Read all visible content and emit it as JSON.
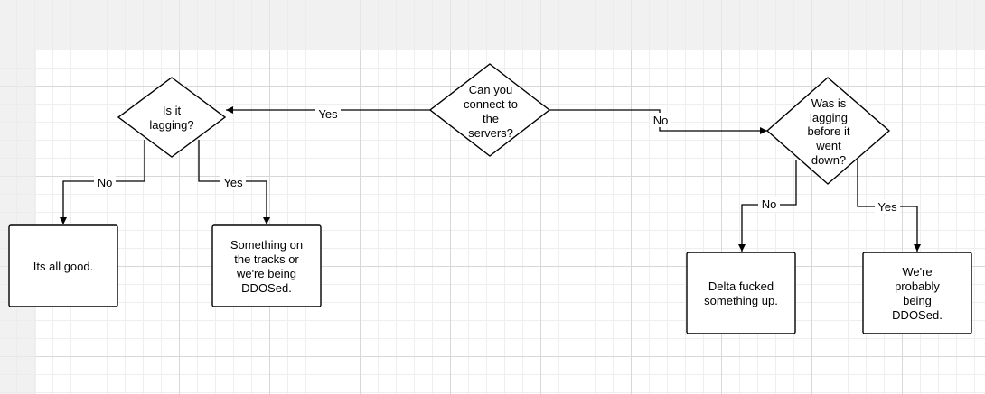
{
  "nodes": {
    "connect": {
      "lines": [
        "Can you",
        "connect to",
        "the",
        "servers?"
      ]
    },
    "lagging": {
      "lines": [
        "Is it",
        "lagging?"
      ]
    },
    "lagging_before": {
      "lines": [
        "Was is",
        "lagging",
        "before it",
        "went",
        "down?"
      ]
    },
    "all_good": {
      "lines": [
        "Its all good."
      ]
    },
    "tracks": {
      "lines": [
        "Something on",
        "the tracks or",
        "we're being",
        "DDOSed."
      ]
    },
    "delta": {
      "lines": [
        "Delta fucked",
        "something up."
      ]
    },
    "ddos": {
      "lines": [
        "We're",
        "probably",
        "being",
        "DDOSed."
      ]
    }
  },
  "edges": {
    "connect_yes": "Yes",
    "connect_no": "No",
    "lagging_no": "No",
    "lagging_yes": "Yes",
    "before_no": "No",
    "before_yes": "Yes"
  }
}
